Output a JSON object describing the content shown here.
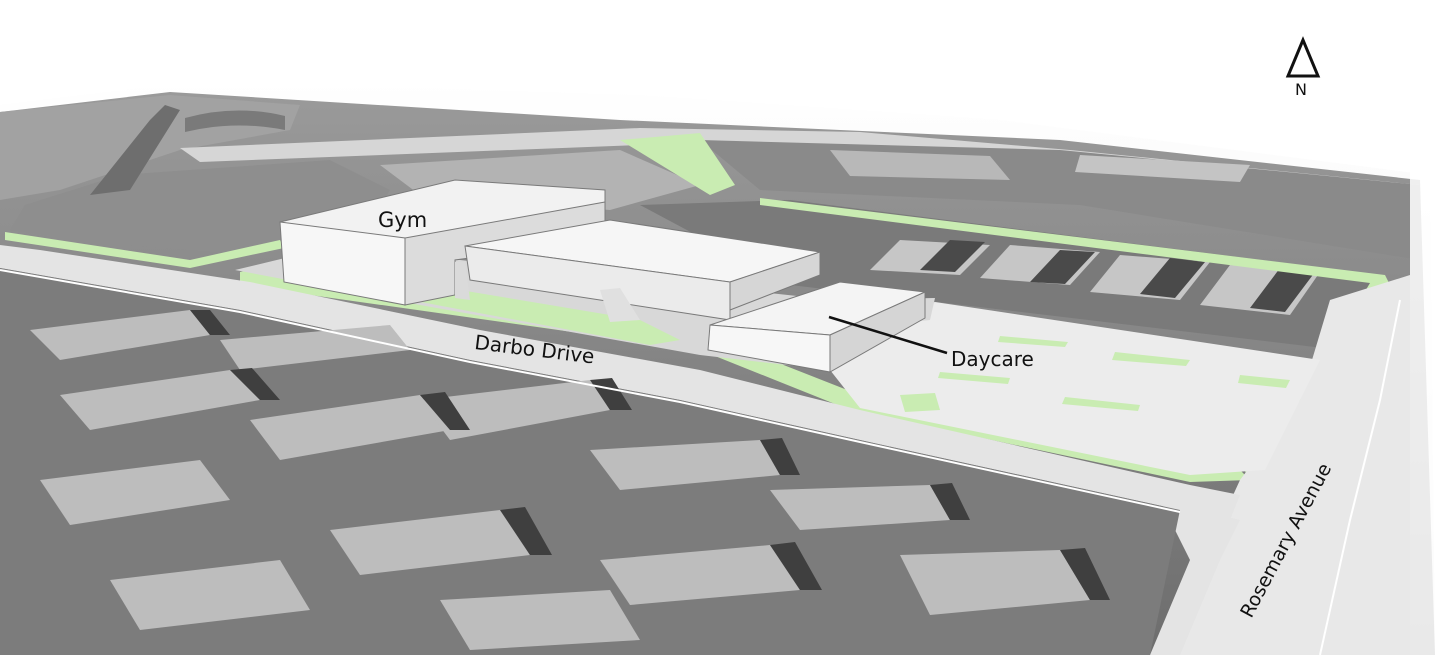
{
  "labels": {
    "gym": "Gym",
    "darbo_drive": "Darbo Drive",
    "daycare": "Daycare",
    "rosemary_avenue": "Rosemary Avenue"
  },
  "north_arrow": {
    "letter": "N",
    "icon": "north-arrow-icon"
  },
  "colors": {
    "landscape_green": "#c9ecb2",
    "building_face": "#f4f4f4",
    "building_side": "#d9d9d9",
    "road": "#e6e6e6",
    "parking_lot": "#e9e9e9",
    "aerial_dark": "#5a5a5a",
    "aerial_mid": "#8a8a8a"
  }
}
